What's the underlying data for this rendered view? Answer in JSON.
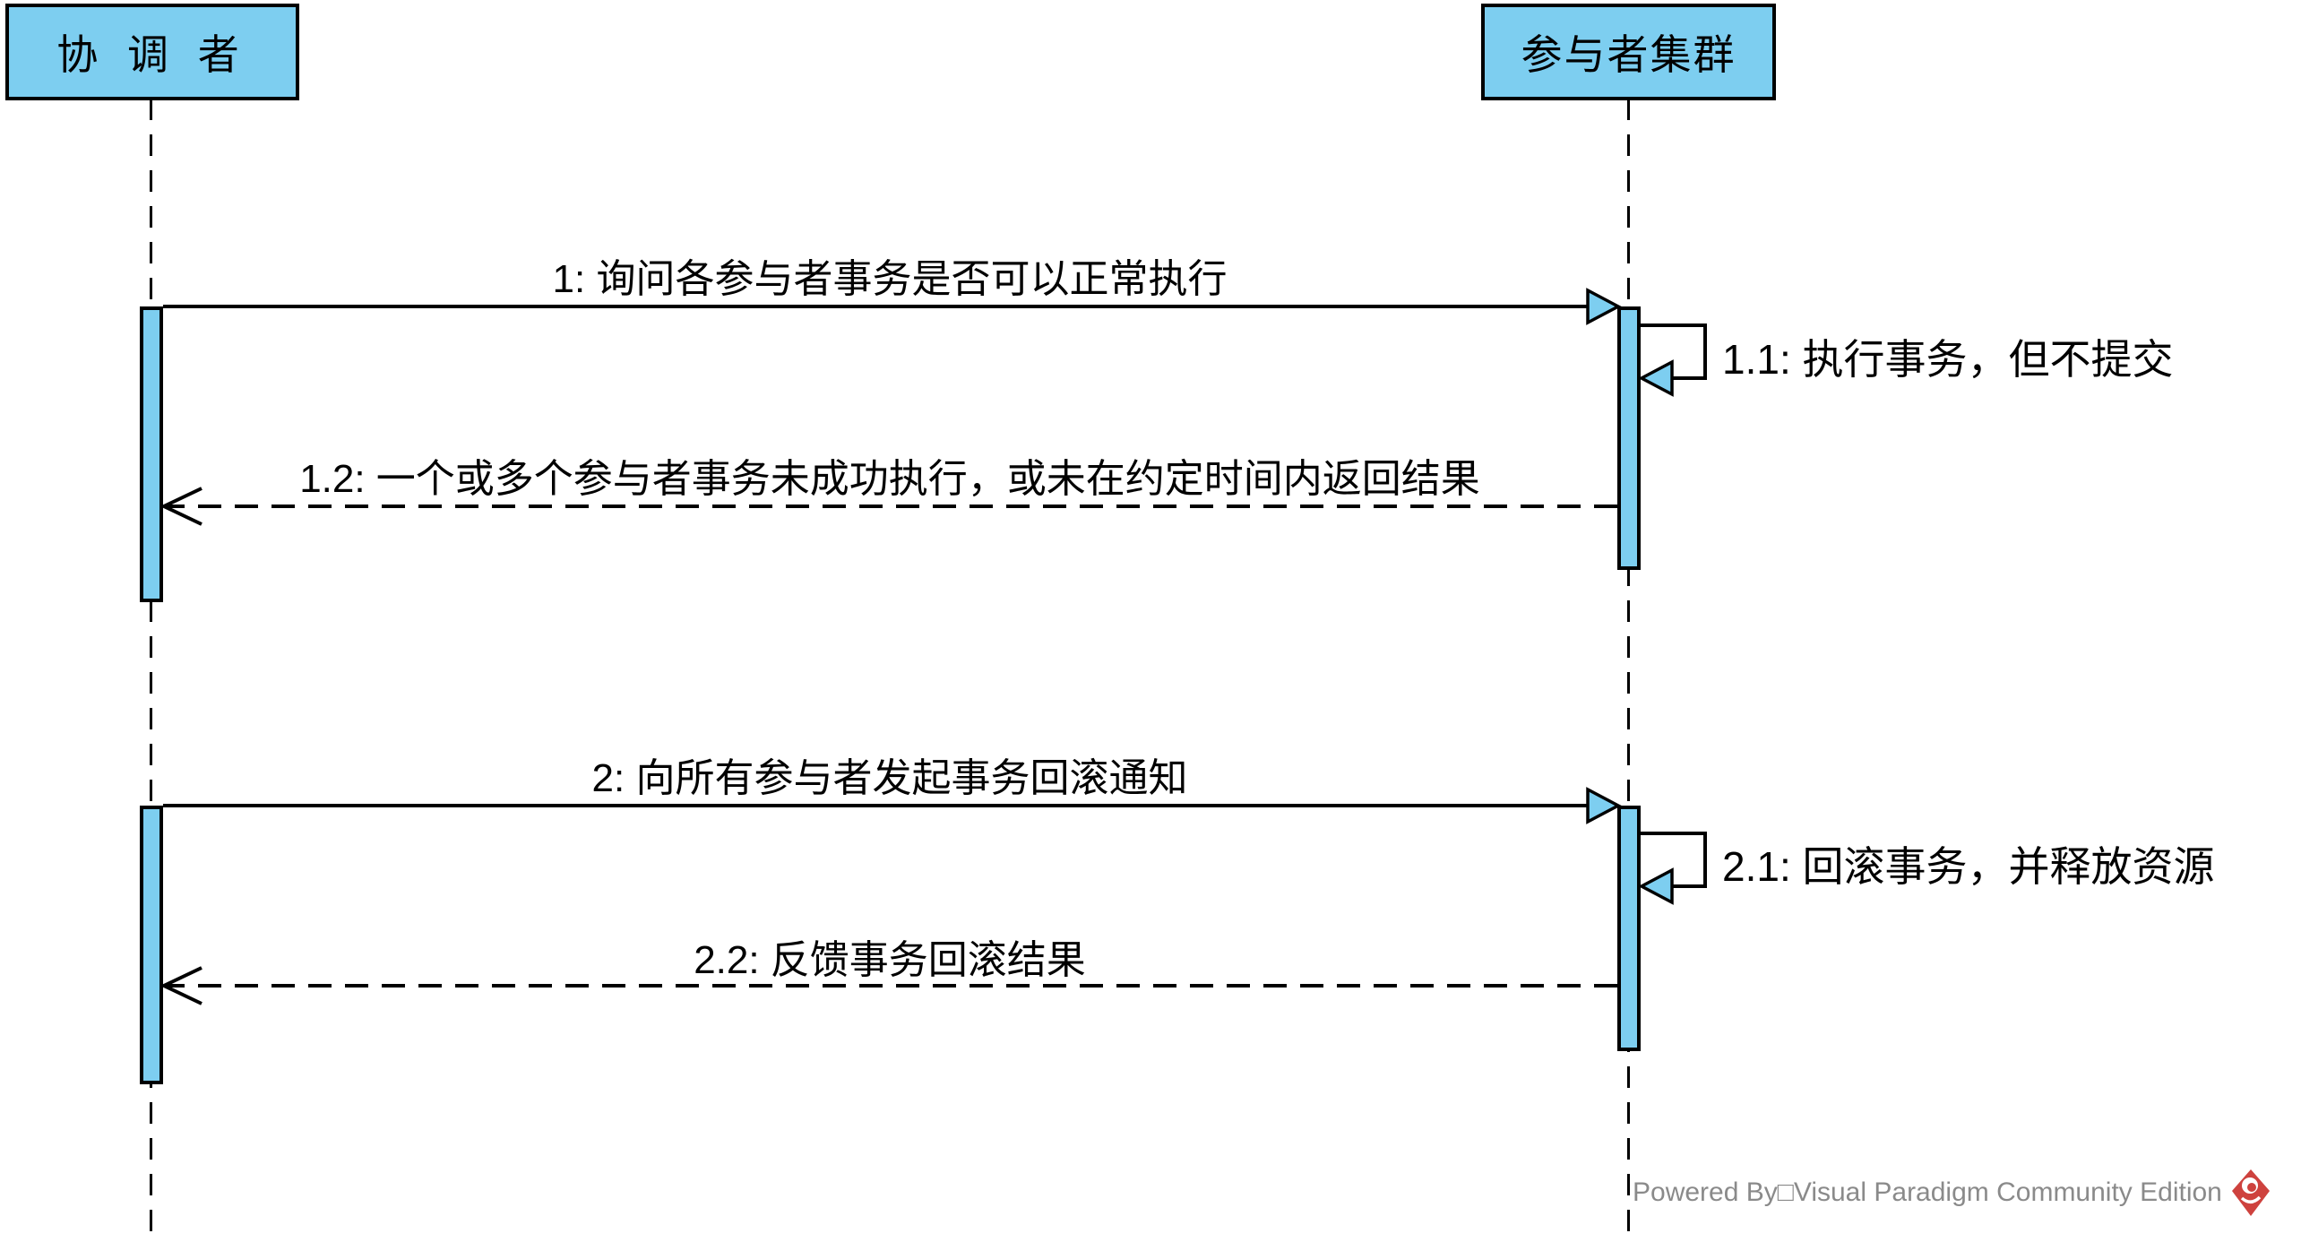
{
  "diagram": {
    "type": "uml-sequence-diagram",
    "actors": [
      {
        "id": "coordinator",
        "label": "协 调 者"
      },
      {
        "id": "participants",
        "label": "参与者集群"
      }
    ],
    "messages": [
      {
        "id": "1",
        "label": "1: 询问各参与者事务是否可以正常执行",
        "type": "sync",
        "from": "coordinator",
        "to": "participants"
      },
      {
        "id": "1.1",
        "label": "1.1: 执行事务，但不提交",
        "type": "self",
        "from": "participants",
        "to": "participants"
      },
      {
        "id": "1.2",
        "label": "1.2: 一个或多个参与者事务未成功执行，或未在约定时间内返回结果",
        "type": "return",
        "from": "participants",
        "to": "coordinator"
      },
      {
        "id": "2",
        "label": "2: 向所有参与者发起事务回滚通知",
        "type": "sync",
        "from": "coordinator",
        "to": "participants"
      },
      {
        "id": "2.1",
        "label": "2.1: 回滚事务，并释放资源",
        "type": "self",
        "from": "participants",
        "to": "participants"
      },
      {
        "id": "2.2",
        "label": "2.2: 反馈事务回滚结果",
        "type": "return",
        "from": "participants",
        "to": "coordinator"
      }
    ],
    "colors": {
      "shape_fill": "#7DCEF0",
      "stroke": "#000000",
      "background": "#FFFFFF",
      "watermark_text": "#8A8A8A",
      "logo_red": "#CE423E"
    }
  },
  "watermark": {
    "text": "Powered By□Visual Paradigm Community Edition"
  }
}
